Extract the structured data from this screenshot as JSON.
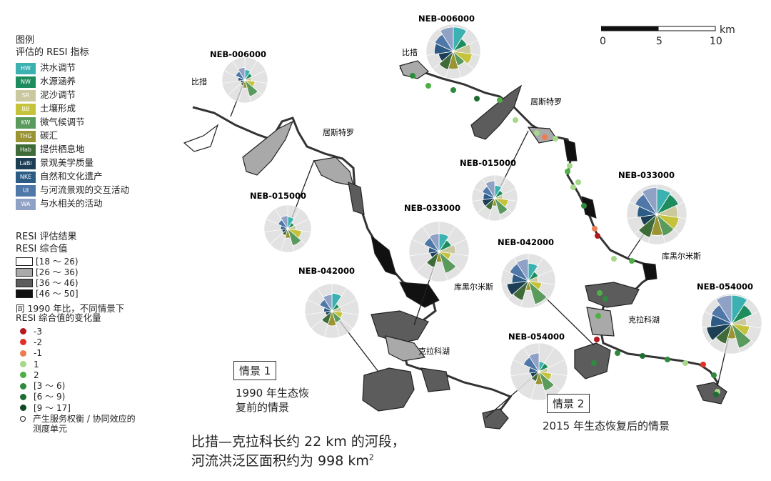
{
  "legend": {
    "title": "图例",
    "indicators_title": "评估的 RESI 指标",
    "indicators": [
      {
        "code": "HW",
        "name": "洪水调节",
        "color": "#3bb2b1"
      },
      {
        "code": "NW",
        "name": "水源涵养",
        "color": "#1e8c5c"
      },
      {
        "code": "SR",
        "name": "泥沙调节",
        "color": "#c9c89e"
      },
      {
        "code": "BB",
        "name": "土壤形成",
        "color": "#c5c23c"
      },
      {
        "code": "KW",
        "name": "微气候调节",
        "color": "#5a9a5d"
      },
      {
        "code": "THG",
        "name": "碳汇",
        "color": "#9a9434"
      },
      {
        "code": "Hab",
        "name": "提供栖息地",
        "color": "#3e6b38"
      },
      {
        "code": "LaBi",
        "name": "景观美学质量",
        "color": "#1c3f56"
      },
      {
        "code": "NKE",
        "name": "自然和文化遗产",
        "color": "#2c5c86"
      },
      {
        "code": "UI",
        "name": "与河流景观的交互活动",
        "color": "#4f77a8"
      },
      {
        "code": "WA",
        "name": "与水相关的活动",
        "color": "#8fa2c6"
      }
    ],
    "results_title": "RESI 评估结果",
    "composite_title": "RESI 综合值",
    "composite_classes": [
      {
        "label": "[18 ～ 26)",
        "color": "#ffffff"
      },
      {
        "label": "[26 ～ 36)",
        "color": "#a9a9a9"
      },
      {
        "label": "[36 ～ 46)",
        "color": "#5c5c5c"
      },
      {
        "label": "[46 ～ 50]",
        "color": "#111111"
      }
    ],
    "change_title_1": "同 1990 年比，不同情景下",
    "change_title_2": "RESI 综合值的变化量",
    "change_classes": [
      {
        "label": "-3",
        "color": "#b5171e"
      },
      {
        "label": "-2",
        "color": "#e03128"
      },
      {
        "label": "-1",
        "color": "#ec7c52"
      },
      {
        "label": "1",
        "color": "#a6d88a"
      },
      {
        "label": "2",
        "color": "#4fae44"
      },
      {
        "label": "[3 ～ 6)",
        "color": "#2e8b3d"
      },
      {
        "label": "[6 ～ 9)",
        "color": "#1f6d32"
      },
      {
        "label": "[9 ～ 17]",
        "color": "#0f4a22"
      }
    ],
    "tradeoff_label_1": "产生服务权衡 / 协同效应的",
    "tradeoff_label_2": "测度单元"
  },
  "scale_bar": {
    "unit": "km",
    "ticks": [
      "0",
      "5",
      "10"
    ]
  },
  "scenario1": {
    "box": "情景 1",
    "line1": "1990 年生态恢",
    "line2": "复前的情景"
  },
  "scenario2": {
    "box": "情景 2",
    "desc": "2015 年生态恢复后的情景"
  },
  "summary": {
    "line1": "比措—克拉科长约 22 km 的河段，",
    "line2_prefix": "河流洪泛区面积约为 998 km",
    "line2_sup": "2"
  },
  "places": {
    "bicuo": "比措",
    "jusiteluo": "居斯特罗",
    "kuheiermisi": "库黑尔米斯",
    "kelakehu": "克拉科湖"
  },
  "sites": {
    "left": [
      {
        "label": "NEB-006000",
        "values": [
          0.45,
          0.35,
          0.3,
          0.45,
          0.75,
          0.35,
          0.25,
          0.2,
          0.3,
          0.45,
          0.55
        ]
      },
      {
        "label": "NEB-015000",
        "values": [
          0.5,
          0.3,
          0.35,
          0.6,
          0.75,
          0.4,
          0.3,
          0.25,
          0.3,
          0.45,
          0.55
        ]
      },
      {
        "label": "NEB-033000",
        "values": [
          0.6,
          0.45,
          0.55,
          0.4,
          0.75,
          0.35,
          0.55,
          0.3,
          0.35,
          0.55,
          0.6
        ]
      },
      {
        "label": "NEB-042000",
        "values": [
          0.65,
          0.3,
          0.35,
          0.4,
          0.45,
          0.55,
          0.5,
          0.25,
          0.3,
          0.5,
          0.6
        ]
      },
      {
        "label": "NEB-054000",
        "values": [
          0.35,
          0.35,
          0.3,
          0.45,
          0.7,
          0.45,
          0.35,
          0.3,
          0.35,
          0.6,
          0.65
        ]
      }
    ],
    "right": [
      {
        "label": "NEB-006000",
        "values": [
          0.9,
          0.55,
          0.65,
          0.7,
          0.55,
          0.65,
          0.7,
          0.55,
          0.7,
          0.75,
          0.9
        ]
      },
      {
        "label": "NEB-015000",
        "values": [
          0.55,
          0.4,
          0.35,
          0.6,
          0.75,
          0.35,
          0.55,
          0.55,
          0.5,
          0.6,
          0.75
        ]
      },
      {
        "label": "NEB-033000",
        "values": [
          0.85,
          0.8,
          0.7,
          0.75,
          0.75,
          0.7,
          0.8,
          0.55,
          0.65,
          0.8,
          0.9
        ]
      },
      {
        "label": "NEB-042000",
        "values": [
          0.65,
          0.4,
          0.35,
          0.5,
          0.9,
          0.35,
          0.75,
          0.8,
          0.6,
          0.75,
          0.8
        ]
      },
      {
        "label": "NEB-054000",
        "values": [
          0.95,
          0.75,
          0.5,
          0.6,
          0.85,
          0.5,
          0.7,
          0.85,
          0.7,
          0.75,
          0.95
        ]
      }
    ]
  }
}
